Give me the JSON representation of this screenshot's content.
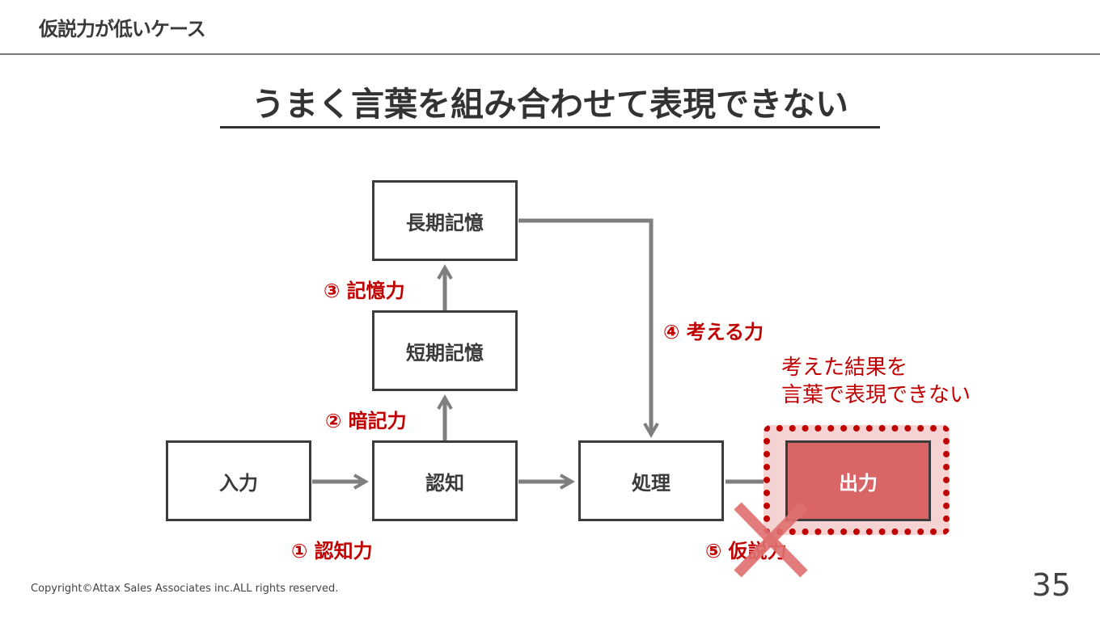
{
  "header": {
    "title": "仮説力が低いケース"
  },
  "slide": {
    "title": "うまく言葉を組み合わせて表現できない"
  },
  "boxes": {
    "input": "入力",
    "recognize": "認知",
    "process": "処理",
    "output": "出力",
    "short_memory": "短期記憶",
    "long_memory": "長期記憶"
  },
  "labels": {
    "l1": "① 認知力",
    "l2": "② 暗記力",
    "l3": "③ 記憶力",
    "l4": "④ 考える力",
    "l5": "⑤ 仮説力"
  },
  "note": {
    "line1": "考えた結果を",
    "line2": "言葉で表現できない"
  },
  "footer": {
    "copyright": "Copyright©Attax Sales Associates inc.ALL rights reserved.",
    "page": "35"
  },
  "colors": {
    "accent": "#c00000",
    "arrow": "#7f7f7f",
    "output_fill": "#d96566",
    "cross": "#e07070"
  }
}
